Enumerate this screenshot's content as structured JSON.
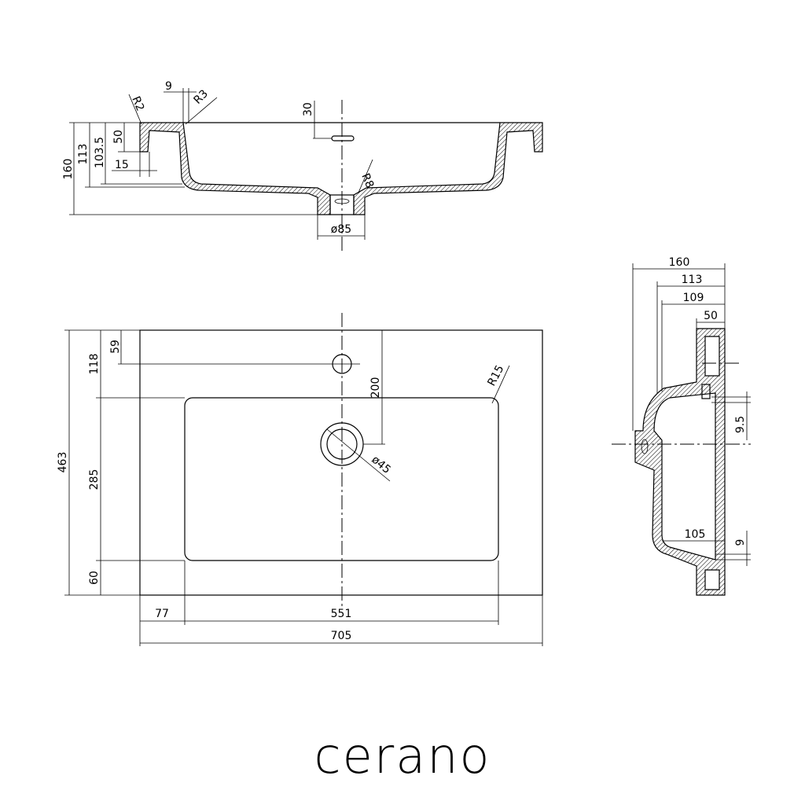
{
  "brand": "cerano",
  "section_view": {
    "dim_160": "160",
    "dim_113": "113",
    "dim_103_5": "103.5",
    "dim_50": "50",
    "dim_15": "15",
    "dim_9": "9",
    "radius_r2": "R2",
    "radius_r3": "R3",
    "dim_30": "30",
    "radius_r8": "R8",
    "drain_diameter": "ø85"
  },
  "top_view": {
    "dim_463": "463",
    "dim_118": "118",
    "dim_59": "59",
    "dim_285": "285",
    "dim_60": "60",
    "dim_200": "200",
    "radius_r15": "R15",
    "drain_diameter": "ø45",
    "dim_77": "77",
    "dim_551": "551",
    "dim_705": "705"
  },
  "side_view": {
    "dim_160": "160",
    "dim_113": "113",
    "dim_109": "109",
    "dim_50": "50",
    "dim_9_5": "9.5",
    "dim_105": "105",
    "dim_9": "9"
  }
}
